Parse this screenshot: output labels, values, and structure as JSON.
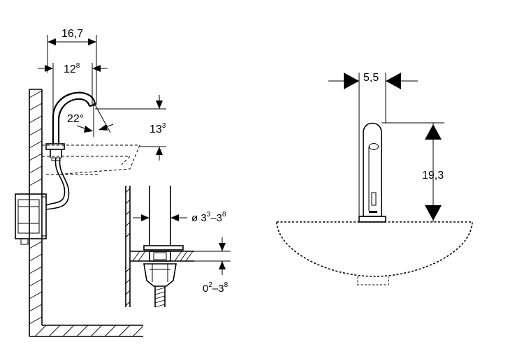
{
  "labels": {
    "spout_width_outer": "16,7",
    "spout_reach_base": "12",
    "spout_reach_sup": "8",
    "spout_angle": "22°",
    "spout_height_base": "13",
    "spout_height_sup": "3",
    "hole_diameter_base1": "ø 3",
    "hole_diameter_sup1": "3",
    "hole_diameter_dash": "–3",
    "hole_diameter_sup2": "8",
    "deck_thickness_base1": "0",
    "deck_thickness_sup1": "2",
    "deck_thickness_dash": "–3",
    "deck_thickness_sup2": "8",
    "faucet_width": "5,5",
    "faucet_height": "19,3"
  },
  "colors": {
    "line": "#000000",
    "background": "#ffffff"
  }
}
